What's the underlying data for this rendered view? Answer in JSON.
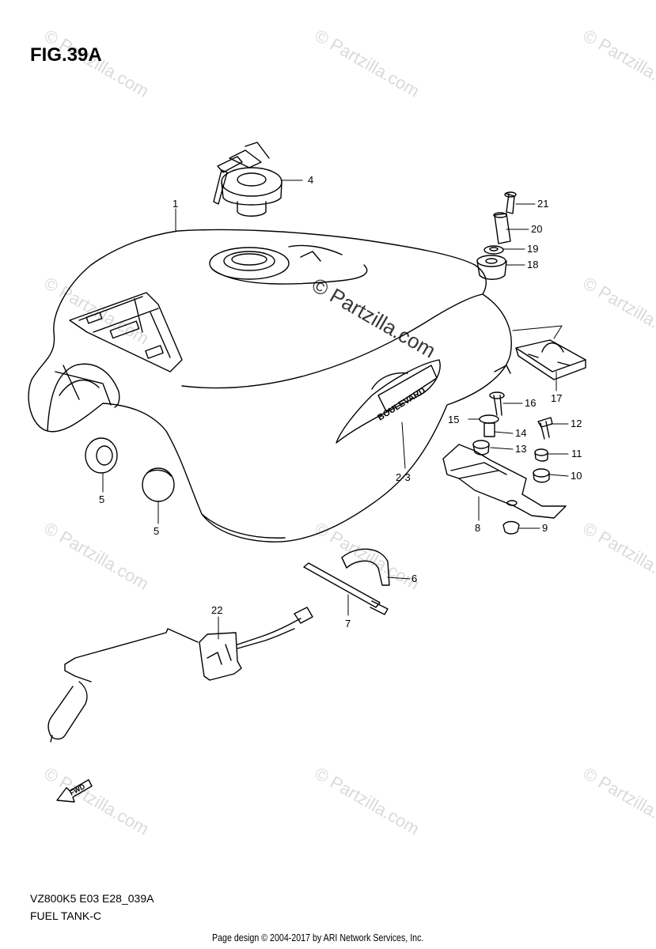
{
  "figure": {
    "title": "FIG.39A",
    "model_code": "VZ800K5 E03 E28_039A",
    "section": "FUEL TANK-C"
  },
  "footer": {
    "credit": "Page design © 2004-2017 by ARI Network Services, Inc."
  },
  "watermark": {
    "text": "© Partzilla.com"
  },
  "tank_badge": "BOULEVARD",
  "fwd_arrow_label": "FWD",
  "callouts": [
    {
      "id": "c1",
      "label": "1"
    },
    {
      "id": "c2",
      "label": "2·3"
    },
    {
      "id": "c4",
      "label": "4"
    },
    {
      "id": "c5a",
      "label": "5"
    },
    {
      "id": "c5b",
      "label": "5"
    },
    {
      "id": "c6",
      "label": "6"
    },
    {
      "id": "c7",
      "label": "7"
    },
    {
      "id": "c8",
      "label": "8"
    },
    {
      "id": "c9",
      "label": "9"
    },
    {
      "id": "c10",
      "label": "10"
    },
    {
      "id": "c11",
      "label": "11"
    },
    {
      "id": "c12",
      "label": "12"
    },
    {
      "id": "c13",
      "label": "13"
    },
    {
      "id": "c14",
      "label": "14"
    },
    {
      "id": "c15",
      "label": "15"
    },
    {
      "id": "c16",
      "label": "16"
    },
    {
      "id": "c17",
      "label": "17"
    },
    {
      "id": "c18",
      "label": "18"
    },
    {
      "id": "c19",
      "label": "19"
    },
    {
      "id": "c20",
      "label": "20"
    },
    {
      "id": "c21",
      "label": "21"
    },
    {
      "id": "c22",
      "label": "22"
    }
  ]
}
